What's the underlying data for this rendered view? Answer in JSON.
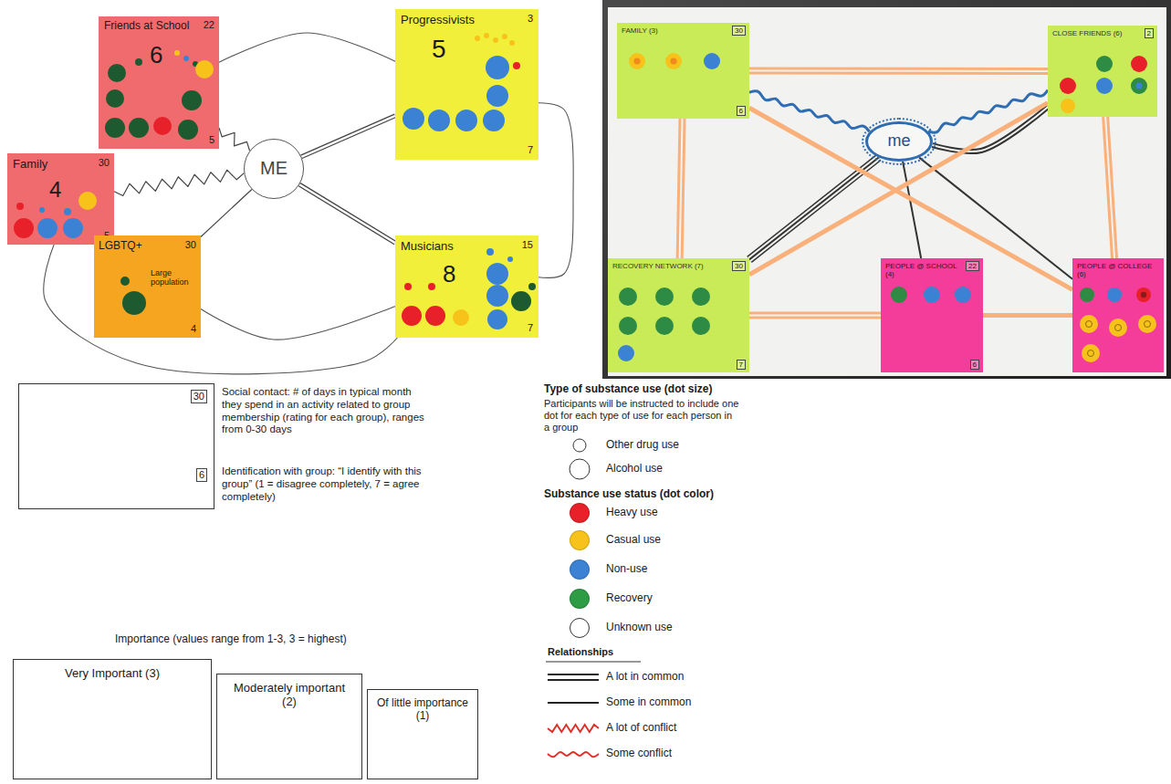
{
  "diagram": {
    "nodes": [
      {
        "text": [
          "Friends at School",
          "22",
          "6",
          "5"
        ]
      },
      {
        "text": [
          "Progressivists",
          "3",
          "5",
          "7"
        ]
      },
      {
        "text": [
          "Family",
          "30",
          "4",
          "5"
        ]
      },
      {
        "text": [
          "ME"
        ]
      },
      {
        "text": [
          "LGBTQ+",
          "30",
          "Large population",
          "4"
        ]
      },
      {
        "text": [
          "Musicians",
          "15",
          "8",
          "7"
        ]
      },
      {
        "text": [
          "FAMILY (3)",
          "30",
          "6"
        ]
      },
      {
        "text": [
          "CLOSE FRIENDS (6)",
          "2"
        ]
      },
      {
        "text": [
          "me"
        ]
      },
      {
        "text": [
          "RECOVERY NETWORK (7)",
          "30",
          "7"
        ]
      },
      {
        "text": [
          "PEOPLE @ SCHOOL (4)",
          "22",
          "6"
        ]
      },
      {
        "text": [
          "PEOPLE @ COLLEGE (6)"
        ]
      },
      {
        "text": [
          "30",
          "6"
        ]
      },
      {
        "text": [
          "Very Important (3)"
        ]
      },
      {
        "text": [
          "Moderately important (2)"
        ]
      },
      {
        "text": [
          "Of little importance (1)"
        ]
      }
    ],
    "edges": [
      {
        "from": 0,
        "to": 3,
        "arrow": "none"
      },
      {
        "from": 2,
        "to": 3,
        "arrow": "none"
      },
      {
        "from": 4,
        "to": 3,
        "arrow": "none"
      },
      {
        "from": 1,
        "to": 3,
        "arrow": "none"
      },
      {
        "from": 5,
        "to": 3,
        "arrow": "none"
      },
      {
        "from": 0,
        "to": 1,
        "arrow": "none"
      },
      {
        "from": 2,
        "to": 5,
        "arrow": "none"
      },
      {
        "from": 1,
        "to": 5,
        "arrow": "none"
      },
      {
        "from": 4,
        "to": 5,
        "arrow": "none"
      },
      {
        "from": 8,
        "to": 6,
        "arrow": "none"
      },
      {
        "from": 8,
        "to": 7,
        "arrow": "none"
      },
      {
        "from": 8,
        "to": 7,
        "arrow": "none"
      },
      {
        "from": 8,
        "to": 9,
        "arrow": "none"
      },
      {
        "from": 8,
        "to": 10,
        "arrow": "none"
      },
      {
        "from": 8,
        "to": 11,
        "arrow": "none"
      },
      {
        "from": 6,
        "to": 7,
        "arrow": "none"
      },
      {
        "from": 6,
        "to": 9,
        "arrow": "none"
      },
      {
        "from": 6,
        "to": 11,
        "arrow": "none"
      },
      {
        "from": 7,
        "to": 9,
        "arrow": "none"
      },
      {
        "from": 7,
        "to": 11,
        "arrow": "none"
      },
      {
        "from": 9,
        "to": 10,
        "arrow": "none"
      },
      {
        "from": 10,
        "to": 11,
        "arrow": "none"
      }
    ],
    "labels": [
      "Social contact: # of days in typical month they spend in an activity related to group membership (rating for each group), ranges from 0-30 days",
      "Identification with group: “I identify with this group” (1 = disagree completely, 7 = agree completely)",
      "Type of substance use (dot size)",
      "Participants will be instructed to include one dot for each type of use for each person in a group",
      "Substance use status (dot color)",
      "Relationships",
      "Importance (values range from 1-3, 3 = highest)"
    ],
    "legend": [
      {
        "text": "Other drug use"
      },
      {
        "text": "Alcohol use"
      },
      {
        "text": "Heavy use",
        "color": "#e8202a"
      },
      {
        "text": "Casual use",
        "color": "#f7c31b"
      },
      {
        "text": "Non-use",
        "color": "#3b82d4"
      },
      {
        "text": "Recovery",
        "color": "#2e9b45"
      },
      {
        "text": "Unknown use",
        "color": "#ffffff"
      },
      {
        "text": "A lot in common"
      },
      {
        "text": "Some in common"
      },
      {
        "text": "A lot of conflict"
      },
      {
        "text": "Some conflict"
      }
    ]
  }
}
